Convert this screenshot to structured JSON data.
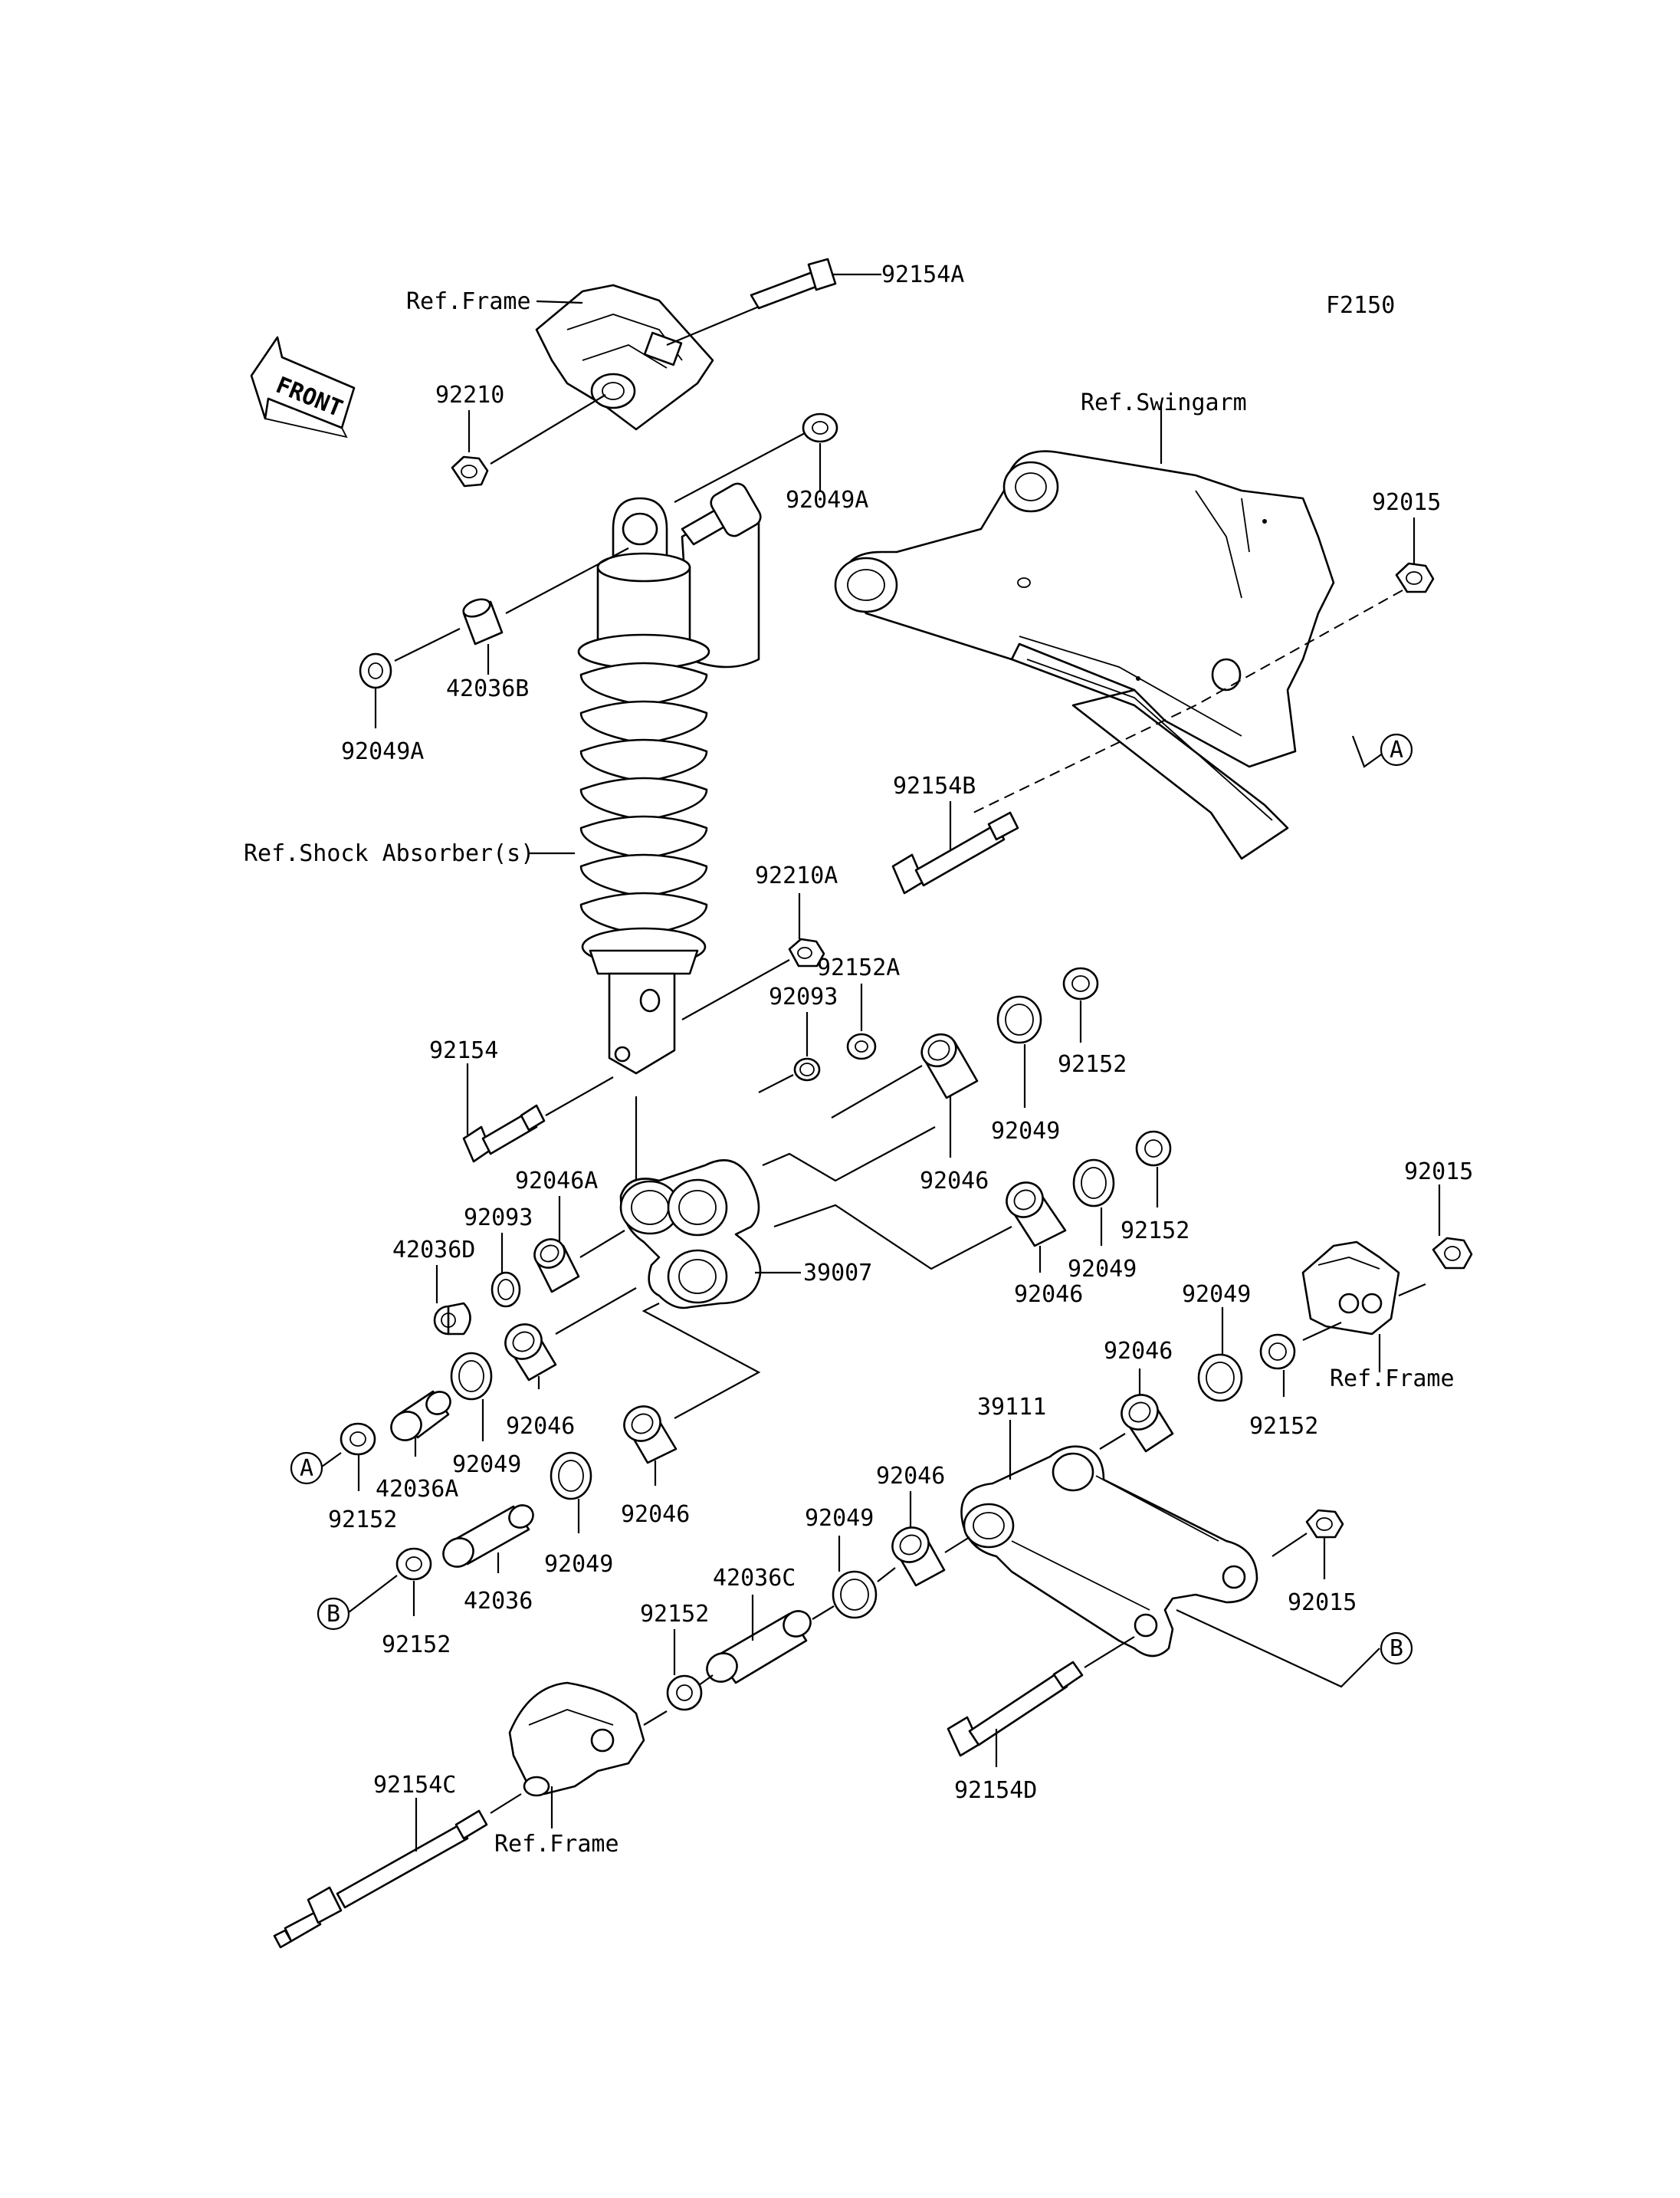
{
  "diagram_code": "F2150",
  "front_label": "FRONT",
  "callouts": {
    "A": "A",
    "B": "B"
  },
  "labels": {
    "bolt_top": "92154A",
    "ref_frame_top": "Ref.Frame",
    "nut_top": "92210",
    "seal_top_right": "92049A",
    "ref_swingarm": "Ref.Swingarm",
    "nut_swingarm": "92015",
    "collar_top": "42036B",
    "seal_top_left": "92049A",
    "bolt_swingarm": "92154B",
    "ref_shock": "Ref.Shock Absorber(s)",
    "nut_lower_shock": "92210A",
    "washer_a": "92152A",
    "ring_a": "92093",
    "washer_top": "92152",
    "seal_1": "92049",
    "bolt_shock_lower": "92154",
    "bearing_a": "92046A",
    "bearing_1": "92046",
    "washer_2": "92152",
    "ring_b": "92093",
    "collar_d": "42036D",
    "rocker": "39007",
    "seal_2": "92049",
    "bearing_2": "92046",
    "nut_right": "92015",
    "seal_3": "92049",
    "bearing_3": "92046",
    "ref_frame_right": "Ref.Frame",
    "washer_3": "92152",
    "bearing_4": "92046",
    "seal_4": "92049",
    "collar_a": "42036A",
    "washer_4": "92152",
    "tie_rod": "39111",
    "bearing_5": "92046",
    "bearing_6": "92046",
    "seal_5": "92049",
    "seal_6": "92049",
    "collar_c": "42036C",
    "collar_plain": "42036",
    "washer_5": "92152",
    "washer_6": "92152",
    "nut_tie_rod": "92015",
    "bolt_c": "92154C",
    "ref_frame_bottom": "Ref.Frame",
    "bolt_d": "92154D"
  }
}
